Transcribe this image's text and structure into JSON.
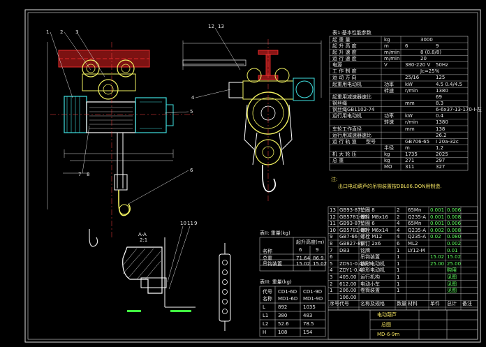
{
  "callouts": {
    "left_top": [
      "1",
      "2",
      "3"
    ],
    "left_mid": [
      "7",
      "8"
    ],
    "left_right": [
      "5",
      "6"
    ],
    "right_top": [
      "12",
      "13"
    ],
    "right_mid": [
      "4"
    ],
    "detail": [
      "10",
      "11",
      "9"
    ],
    "section_label": "A-A",
    "section_scale": "2:1"
  },
  "params_table": {
    "title": "表1:基本性能参数",
    "rows": [
      [
        "起 重 量",
        "kg",
        "3000"
      ],
      [
        "起 升 高 度",
        "m",
        "6",
        "9"
      ],
      [
        "起 升 速 度",
        "m/min",
        "8 (0.8/8)"
      ],
      [
        "运 行 速 度",
        "m/min",
        "20"
      ],
      [
        "电源",
        "V",
        "380-220 V",
        "50Hz"
      ],
      [
        "工 作 制 度",
        "",
        "Jc=25%"
      ],
      [
        "运 动 方 向",
        "",
        "25/16",
        "125"
      ],
      [
        "起重用电动机",
        "功率",
        "kW",
        "4.5  0.4/4.5"
      ],
      [
        "",
        "转速",
        "r/min",
        "1380"
      ],
      [
        "起重用减速器速比",
        "",
        "",
        "69"
      ],
      [
        "钢丝绳",
        "",
        "mm",
        "8.3"
      ],
      [
        "钢丝绳GB1102-74",
        "",
        "",
        "6-6x37-13-170-I-左"
      ],
      [
        "运行用电动机",
        "功率",
        "kW",
        "0.4"
      ],
      [
        "",
        "转速",
        "r/min",
        "1380"
      ],
      [
        "车轮工作直径",
        "",
        "mm",
        "138"
      ],
      [
        "运行用减速器速比",
        "",
        "",
        "26.2"
      ],
      [
        "运 行 轨 道",
        "型号",
        "",
        "GB706-65",
        "I 20a-32c"
      ],
      [
        "",
        "半径",
        "m",
        "1.2"
      ],
      [
        "机 大 轮 压",
        "",
        "kg",
        "1735",
        "2025"
      ],
      [
        "总 重",
        "",
        "kg",
        "271",
        "297"
      ],
      [
        "",
        "",
        "MO",
        "311",
        "327"
      ]
    ]
  },
  "note": {
    "title": "注:",
    "text": "出口电动葫芦的吊钩装置按DBL06.DON用制造."
  },
  "weight_table_1": {
    "title": "表II: 重量(kg)",
    "header": [
      "起升高度(m)",
      "6",
      "9"
    ],
    "rows": [
      [
        "名称",
        "",
        ""
      ],
      [
        "总重",
        "71.64",
        "86.9"
      ],
      [
        "吊钩装置",
        "15.02",
        "15.02"
      ]
    ]
  },
  "weight_table_2": {
    "title": "表III: 重量(kg)",
    "header": [
      "代号",
      "CD1-6D",
      "CD1-9D"
    ],
    "rows": [
      [
        "名称",
        "MD1-6D",
        "MD1-9D"
      ],
      [
        "L",
        "892",
        "1035"
      ],
      [
        "L1",
        "380",
        "483"
      ],
      [
        "L2",
        "52.6",
        "78.5"
      ],
      [
        "H",
        "108",
        "154"
      ]
    ]
  },
  "parts_list": {
    "rows": [
      [
        "13",
        "GB93-87",
        "垫圈 8",
        "2",
        "65Mn",
        "0.001",
        "0.006"
      ],
      [
        "12",
        "GB5781-86",
        "螺栓 M8x16",
        "2",
        "Q235-A",
        "0.001",
        "0.008"
      ],
      [
        "11",
        "GB93-87",
        "垫圈 6",
        "4",
        "65Mn",
        "0.001",
        "0.006"
      ],
      [
        "10",
        "GB5781-86",
        "螺栓 M6x14",
        "4",
        "Q235-A",
        "0.002",
        "0.008"
      ],
      [
        "9",
        "GB7-66",
        "螺栓 M12",
        "4",
        "Q235-A",
        "0.02",
        "0.080"
      ],
      [
        "8",
        "GB827-86",
        "铆钉 2x6",
        "6",
        "ML2",
        "",
        "0.002"
      ],
      [
        "7",
        "DB3",
        "铭牌",
        "1",
        "LY12-M",
        "",
        "0.01"
      ],
      [
        "6",
        "",
        "吊钩装置",
        "1",
        "",
        "15.02",
        "15.02"
      ],
      [
        "5",
        "ZDS1-0.4/4.5",
        "锥形电动机",
        "1",
        "",
        "25.00",
        "25.00"
      ],
      [
        "4",
        "ZDY1-0.4",
        "锥形电动机",
        "1",
        "",
        "",
        "购用"
      ],
      [
        "3",
        "405.00",
        "运行机构",
        "1",
        "",
        "",
        "见图"
      ],
      [
        "2",
        "612.00",
        "电动小车",
        "1",
        "",
        "",
        "见图"
      ],
      [
        "1",
        "206.00",
        "卷筒装置",
        "1",
        "",
        "",
        "见图"
      ],
      [
        "",
        "106.00",
        "",
        "",
        "",
        "",
        ""
      ]
    ],
    "header": [
      "序号",
      "代号",
      "名称及规格",
      "数量",
      "材料",
      "单件",
      "总计",
      "备注"
    ]
  },
  "title_block": {
    "name": "电动葫芦",
    "sub": "总图",
    "code": "MD-6-9m"
  }
}
